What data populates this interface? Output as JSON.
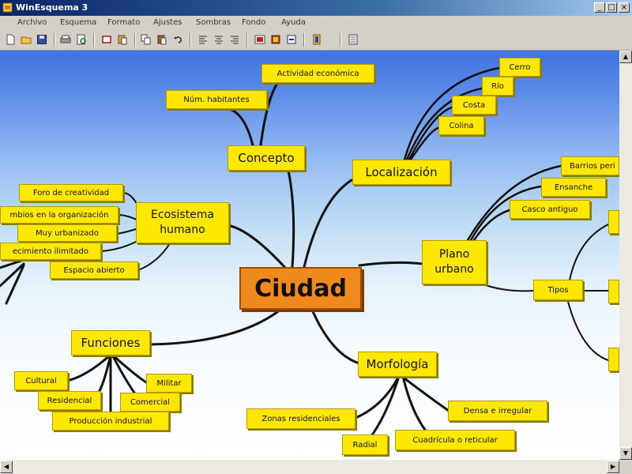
{
  "window": {
    "title": "WinEsquema 3"
  },
  "menu": [
    "Archivo",
    "Esquema",
    "Formato",
    "Ajustes",
    "Sombras",
    "Fondo",
    "Ayuda"
  ],
  "mindmap": {
    "center": "Ciudad",
    "concepto": {
      "label": "Concepto",
      "children": [
        "Actividad económica",
        "Núm. habitantes"
      ]
    },
    "localizacion": {
      "label": "Localización",
      "children": [
        "Cerro",
        "Río",
        "Costa",
        "Colina"
      ]
    },
    "ecosistema": {
      "label": "Ecosistema humano",
      "children": [
        "Foro de creatividad",
        "mbios en la organización",
        "Muy urbanizado",
        "ecimiento ilimitado",
        "Espacio abierto"
      ]
    },
    "plano": {
      "label": "Plano urbano",
      "children": [
        "Barrios peri",
        "Ensanche",
        "Casco antiguo"
      ],
      "tipos": "Tipos"
    },
    "funciones": {
      "label": "Funciones",
      "children": [
        "Cultural",
        "Militar",
        "Residencial",
        "Comercial",
        "Producción industrial"
      ]
    },
    "morfologia": {
      "label": "Morfología",
      "children": [
        "Zonas residenciales",
        "Densa e irregular",
        "Radial",
        "Cuadrícula o reticular"
      ]
    }
  }
}
